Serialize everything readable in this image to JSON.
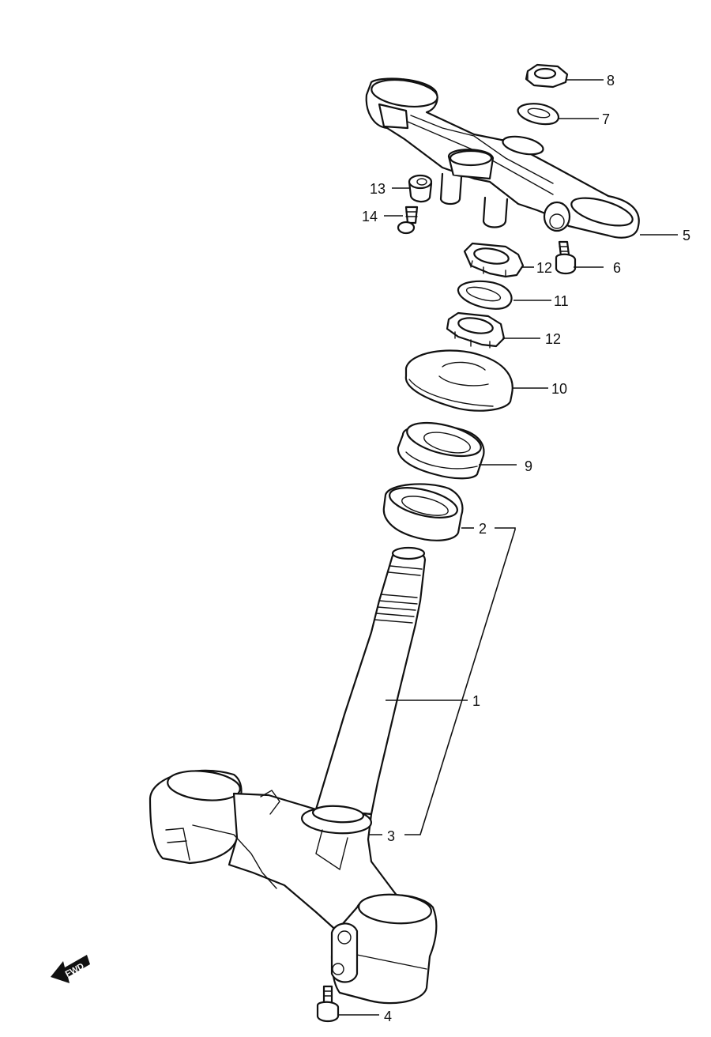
{
  "callouts": {
    "p1": "1",
    "p2": "2",
    "p3": "3",
    "p4": "4",
    "p5": "5",
    "p6": "6",
    "p7": "7",
    "p8": "8",
    "p9": "9",
    "p10": "10",
    "p11": "11",
    "p12a": "12",
    "p12b": "12",
    "p13": "13",
    "p14": "14"
  },
  "forward_indicator": {
    "label": "FWD"
  },
  "colors": {
    "line": "#111111",
    "background": "#ffffff"
  }
}
